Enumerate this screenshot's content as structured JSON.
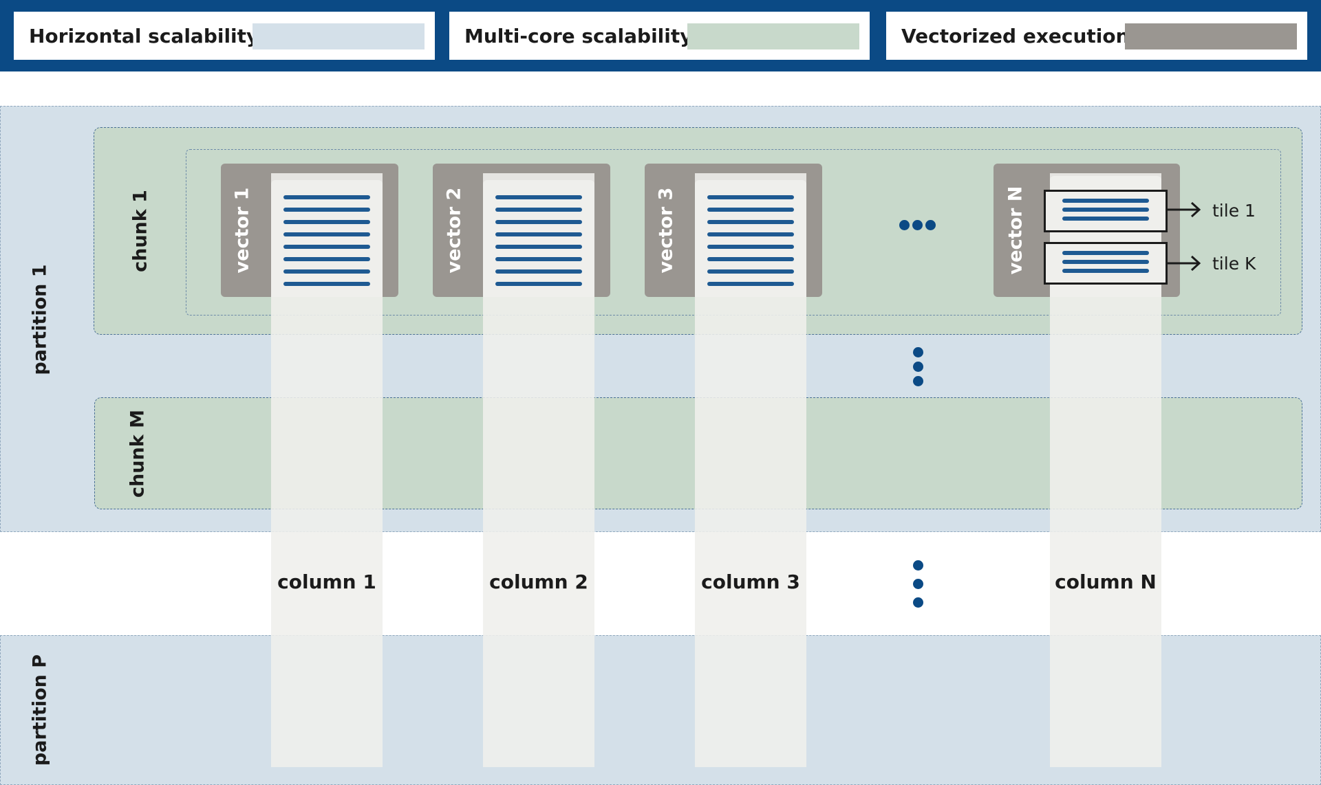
{
  "legend": {
    "items": [
      {
        "label": "Horizontal scalability",
        "color": "#d4e0e9"
      },
      {
        "label": "Multi-core scalability",
        "color": "#c8d9cb"
      },
      {
        "label": "Vectorized execution",
        "color": "#9a9691"
      }
    ]
  },
  "partitions": {
    "first": "partition 1",
    "last": "partition P"
  },
  "chunks": {
    "first": "chunk 1",
    "last": "chunk M"
  },
  "vectors": [
    "vector 1",
    "vector 2",
    "vector 3",
    "vector N"
  ],
  "columns": [
    "column 1",
    "column 2",
    "column 3",
    "column N"
  ],
  "tiles": [
    "tile 1",
    "tile K"
  ],
  "colors": {
    "legend_frame": "#0b4a85",
    "partition": "#d4e0e9",
    "chunk": "#c8d9cb",
    "vector": "#9a9691",
    "column": "#efefec",
    "accent_lines": "#1e5a92"
  }
}
